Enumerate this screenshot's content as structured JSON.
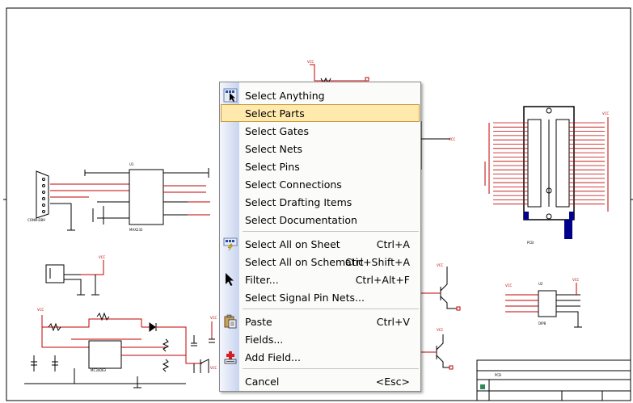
{
  "context_menu": {
    "items": [
      {
        "label": "Select Anything",
        "shortcut": "",
        "icon": "select-anything-icon"
      },
      {
        "label": "Select Parts",
        "shortcut": ""
      },
      {
        "label": "Select Gates",
        "shortcut": ""
      },
      {
        "label": "Select Nets",
        "shortcut": ""
      },
      {
        "label": "Select Pins",
        "shortcut": ""
      },
      {
        "label": "Select Connections",
        "shortcut": ""
      },
      {
        "label": "Select Drafting Items",
        "shortcut": ""
      },
      {
        "label": "Select Documentation",
        "shortcut": ""
      },
      {
        "label": "Select All on Sheet",
        "shortcut": "Ctrl+A",
        "icon": "select-all-icon"
      },
      {
        "label": "Select All on Schematic",
        "shortcut": "Ctrl+Shift+A"
      },
      {
        "label": "Filter...",
        "shortcut": "Ctrl+Alt+F",
        "icon": "filter-cursor-icon"
      },
      {
        "label": "Select Signal Pin Nets...",
        "shortcut": ""
      },
      {
        "label": "Paste",
        "shortcut": "Ctrl+V",
        "icon": "paste-icon"
      },
      {
        "label": "Fields...",
        "shortcut": ""
      },
      {
        "label": "Add Field...",
        "shortcut": "",
        "icon": "add-field-icon"
      },
      {
        "label": "Cancel",
        "shortcut": "<Esc>"
      }
    ],
    "highlighted_index": 1,
    "colors": {
      "highlight_fill": "#ffe9ad",
      "highlight_border": "#c59a3a",
      "gutter": "#c8d4ef"
    }
  },
  "schematic": {
    "net_color": "#c00000",
    "labels": {
      "vcc": "VCC",
      "u_left": "U1",
      "u_left_part": "MAX232",
      "connector": "CONN-DB9",
      "osc": "MC34063",
      "u_right": "U2",
      "u_right_part": "DIP8",
      "title_block": "PCB"
    }
  }
}
